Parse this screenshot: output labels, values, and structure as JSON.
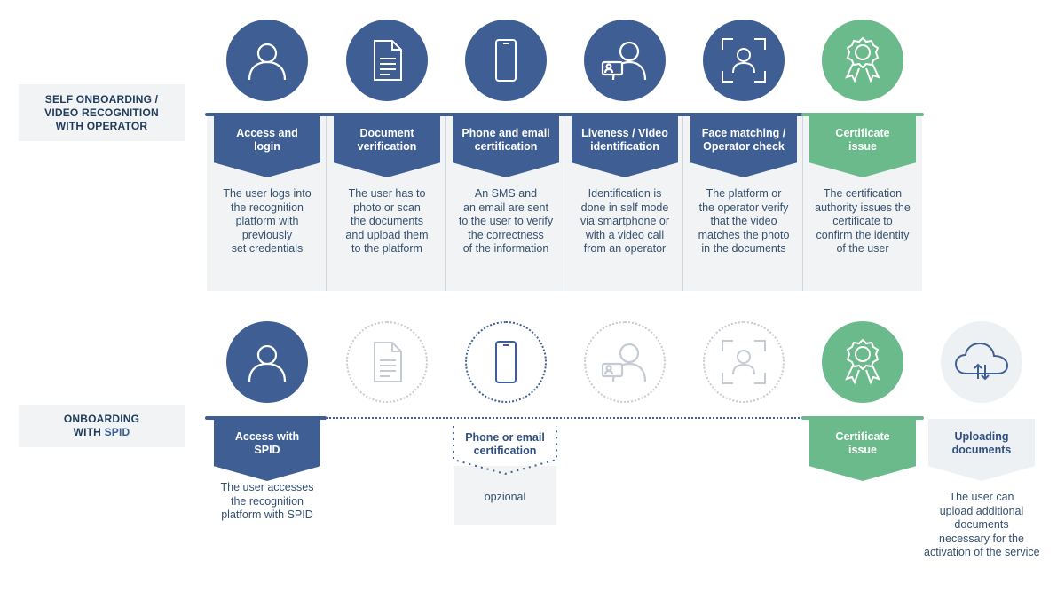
{
  "row1": {
    "label_lines": [
      "SELF ONBOARDING /",
      "VIDEO RECOGNITION",
      "WITH OPERATOR"
    ],
    "steps": [
      {
        "icon": "user-icon",
        "style": "blue",
        "title_lines": [
          "Access and",
          "login"
        ],
        "desc_lines": [
          "The user logs into",
          "the recognition",
          "platform with",
          "previously",
          "set credentials"
        ]
      },
      {
        "icon": "document-icon",
        "style": "blue",
        "title_lines": [
          "Document",
          "verification"
        ],
        "desc_lines": [
          "The user has to",
          "photo or scan",
          "the documents",
          "and upload them",
          "to the platform"
        ]
      },
      {
        "icon": "smartphone-icon",
        "style": "blue",
        "title_lines": [
          "Phone and email",
          "certification"
        ],
        "desc_lines": [
          "An SMS and",
          "an email are sent",
          "to the user to verify",
          "the correctness",
          "of the information"
        ]
      },
      {
        "icon": "video-identification-icon",
        "style": "blue",
        "title_lines": [
          "Liveness / Video",
          "identification"
        ],
        "desc_lines": [
          "Identification is",
          "done in self mode",
          "via smartphone or",
          "with a video call",
          "from an operator"
        ]
      },
      {
        "icon": "face-scan-icon",
        "style": "blue",
        "title_lines": [
          "Face matching /",
          "Operator check"
        ],
        "desc_lines": [
          "The platform or",
          "the operator verify",
          "that the video",
          "matches the photo",
          "in the documents"
        ]
      },
      {
        "icon": "certificate-badge-icon",
        "style": "green",
        "title_lines": [
          "Certificate",
          "issue"
        ],
        "desc_lines": [
          "The certification",
          "authority issues the",
          "certificate to",
          "confirm the identity",
          "of the user"
        ]
      }
    ]
  },
  "row2": {
    "label_lines": [
      "ONBOARDING",
      "WITH "
    ],
    "label_accent": "SPID",
    "steps": [
      {
        "icon": "user-icon",
        "style": "blue",
        "title_lines": [
          "Access with",
          "SPID"
        ],
        "desc_lines": [
          "The user accesses",
          "the recognition",
          "platform with SPID"
        ]
      },
      {
        "icon": "document-icon",
        "style": "disabled"
      },
      {
        "icon": "smartphone-icon",
        "style": "optional",
        "title_lines": [
          "Phone or email",
          "certification"
        ],
        "desc_lines": [
          "opzional"
        ]
      },
      {
        "icon": "video-identification-icon",
        "style": "disabled"
      },
      {
        "icon": "face-scan-icon",
        "style": "disabled"
      },
      {
        "icon": "certificate-badge-icon",
        "style": "green",
        "title_lines": [
          "Certificate",
          "issue"
        ]
      },
      {
        "icon": "cloud-upload-icon",
        "style": "light",
        "title_lines": [
          "Uploading",
          "documents"
        ],
        "desc_lines": [
          "The user can",
          "upload additional",
          "documents",
          "necessary for the",
          "activation of the service"
        ]
      }
    ]
  },
  "colors": {
    "blue": "#3f5f94",
    "green": "#6bba8b",
    "panel": "#f1f3f4",
    "disabled": "#c5cbd2"
  }
}
